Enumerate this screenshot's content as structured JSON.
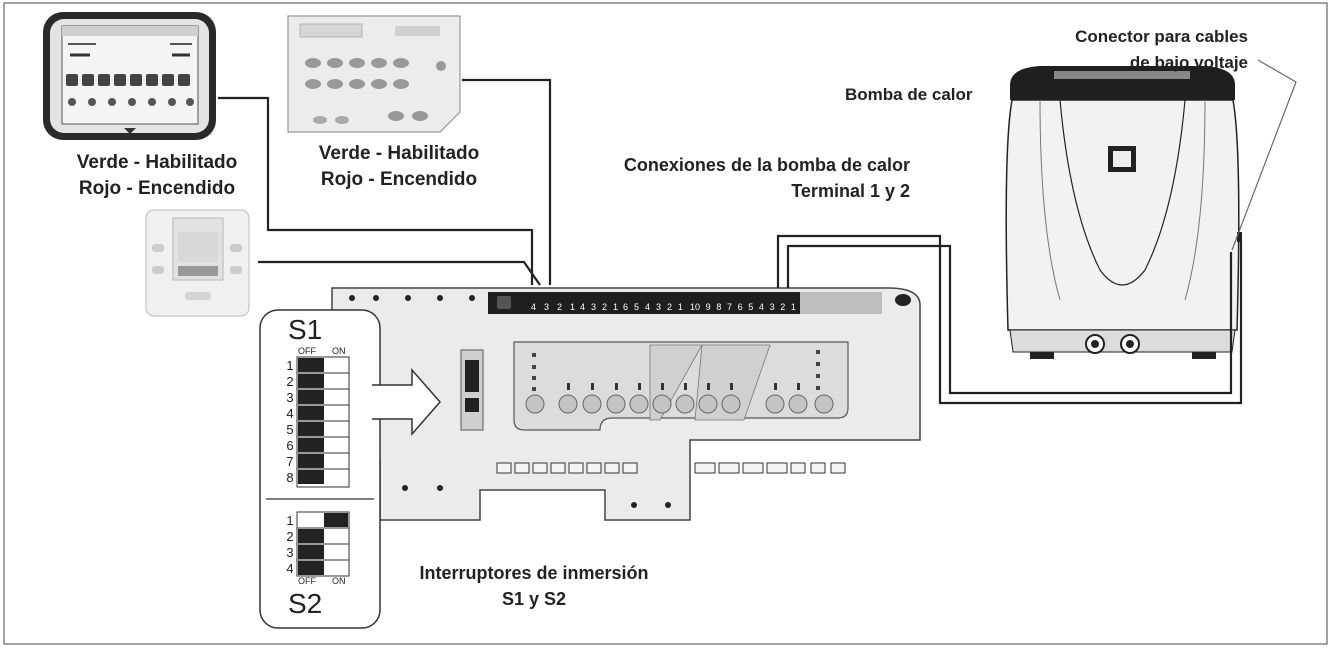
{
  "labels": {
    "controller_left": {
      "line1": "Verde - Habilitado",
      "line2": "Rojo - Encendido"
    },
    "controller_mid": {
      "line1": "Verde - Habilitado",
      "line2": "Rojo - Encendido"
    },
    "heat_pump_connections": {
      "line1": "Conexiones de la bomba de calor",
      "line2": "Terminal 1 y 2"
    },
    "heat_pump": "Bomba de calor",
    "low_voltage_connector": {
      "line1": "Conector para cables",
      "line2": "de bajo voltaje"
    },
    "dip_switches": {
      "line1": "Interruptores de inmersión",
      "line2": "S1 y S2"
    }
  },
  "switch_bank": {
    "s1_label": "S1",
    "s2_label": "S2",
    "off": "OFF",
    "on": "ON",
    "s1_positions": [
      "1",
      "2",
      "3",
      "4",
      "5",
      "6",
      "7",
      "8"
    ],
    "s2_positions": [
      "1",
      "2",
      "3",
      "4"
    ]
  },
  "board": {
    "terminal_groups": [
      [
        "4",
        "3",
        "2",
        "1"
      ],
      [
        "4",
        "3",
        "2",
        "1"
      ],
      [
        "6",
        "5",
        "4",
        "3",
        "2",
        "1"
      ],
      [
        "10",
        "9",
        "8",
        "7",
        "6",
        "5",
        "4",
        "3",
        "2",
        "1"
      ]
    ]
  },
  "colors": {
    "line": "#222222",
    "panel": "#e6e6e6",
    "board": "#ebebeb",
    "dark": "#1a1a1a"
  }
}
